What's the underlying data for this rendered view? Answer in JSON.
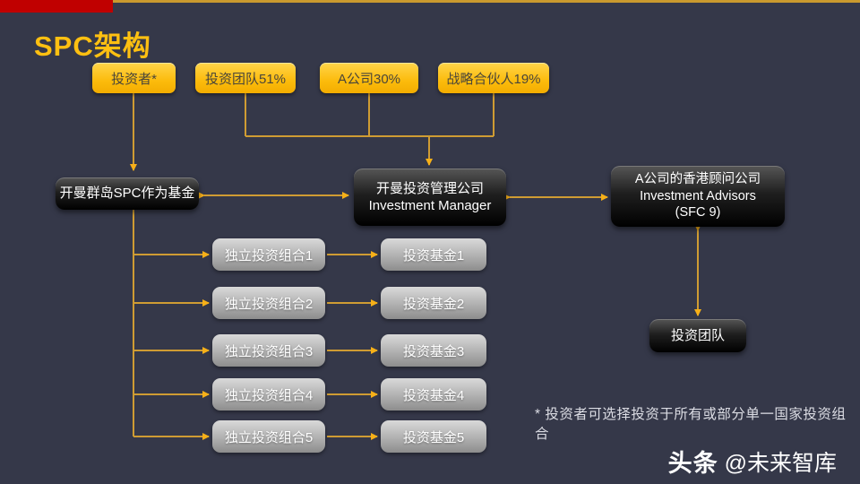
{
  "slide": {
    "title": "SPC架构",
    "footnote": "* 投资者可选择投资于所有或部分单一国家投资组合",
    "watermark": {
      "brand": "头条",
      "handle": "@未来智库"
    }
  },
  "colors": {
    "background": "#353849",
    "accent_gold": "#ffc011",
    "accent_red": "#c00000",
    "connector_line": "#cf9c33",
    "arrowhead": "#f7b018"
  },
  "diagram": {
    "shareholders": [
      {
        "label": "投资者*"
      },
      {
        "label": "投资团队51%"
      },
      {
        "label": "A公司30%"
      },
      {
        "label": "战略合伙人19%"
      }
    ],
    "spc_fund": {
      "label": "开曼群岛SPC作为基金"
    },
    "manager": {
      "line1": "开曼投资管理公司",
      "line2": "Investment Manager"
    },
    "advisor": {
      "line1": "A公司的香港顾问公司",
      "line2": "Investment Advisors",
      "line3": "(SFC 9)"
    },
    "team": {
      "label": "投资团队"
    },
    "rows": [
      {
        "portfolio": "独立投资组合1",
        "fund": "投资基金1"
      },
      {
        "portfolio": "独立投资组合2",
        "fund": "投资基金2"
      },
      {
        "portfolio": "独立投资组合3",
        "fund": "投资基金3"
      },
      {
        "portfolio": "独立投资组合4",
        "fund": "投资基金4"
      },
      {
        "portfolio": "独立投资组合5",
        "fund": "投资基金5"
      }
    ]
  }
}
